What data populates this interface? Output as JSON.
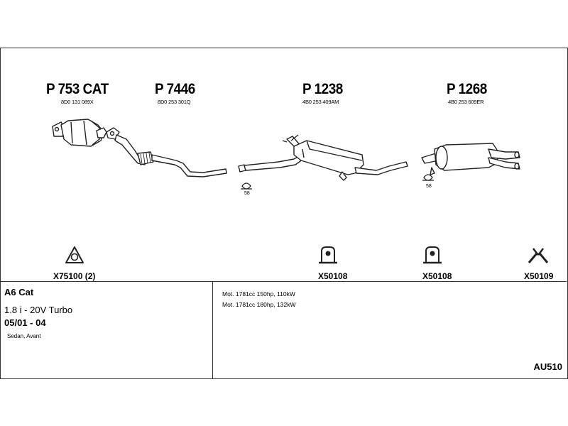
{
  "parts": [
    {
      "number": "P 753 CAT",
      "oem": "8D0 131 089X"
    },
    {
      "number": "P 7446",
      "oem": "8D0 253 301Q"
    },
    {
      "number": "P 1238",
      "oem": "4B0 253 409AM"
    },
    {
      "number": "P 1268",
      "oem": "4B0 253 609ER"
    }
  ],
  "hanger_refs": [
    "58",
    "58"
  ],
  "accessories": [
    {
      "label": "X75100 (2)",
      "icon": "gasket-icon"
    },
    {
      "label": "X50108",
      "icon": "rubber-hanger-icon"
    },
    {
      "label": "X50108",
      "icon": "rubber-hanger-icon"
    },
    {
      "label": "X50109",
      "icon": "bracket-icon"
    }
  ],
  "vehicle": {
    "model": "A6 Cat",
    "engine": "1.8 i - 20V Turbo",
    "years": "05/01 - 04",
    "body": "Sedan, Avant"
  },
  "engine_notes": [
    "Mot. 1781cc 150hp, 110kW",
    "Mot. 1781cc 180hp, 132kW"
  ],
  "diagram_code": "AU510"
}
